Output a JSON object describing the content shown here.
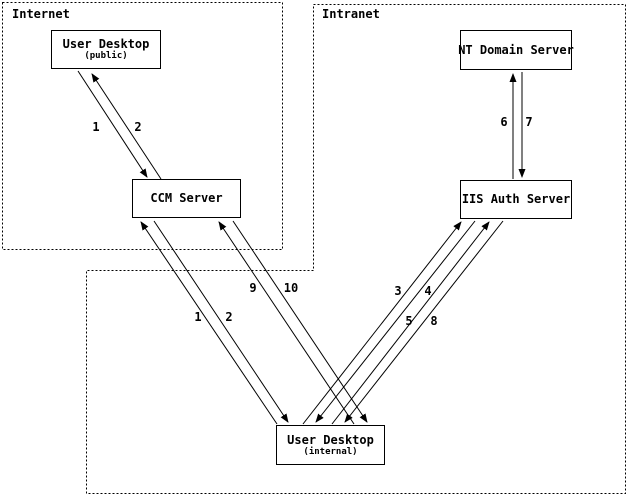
{
  "regions": {
    "internet": {
      "label": "Internet",
      "contains": [
        "User Desktop (public)",
        "CCM Server"
      ]
    },
    "intranet": {
      "label": "Intranet",
      "contains": [
        "NT Domain Server",
        "IIS Auth Server",
        "User Desktop (internal)"
      ]
    }
  },
  "nodes": {
    "public_desktop": {
      "title": "User Desktop",
      "subtitle": "(public)"
    },
    "ccm": {
      "title": "CCM Server"
    },
    "nt": {
      "title": "NT Domain Server"
    },
    "iis": {
      "title": "IIS Auth Server"
    },
    "internal_desktop": {
      "title": "User Desktop",
      "subtitle": "(internal)"
    }
  },
  "edges": [
    {
      "label": "1",
      "from": "User Desktop (public)",
      "to": "CCM Server"
    },
    {
      "label": "2",
      "from": "CCM Server",
      "to": "User Desktop (public)"
    },
    {
      "label": "1",
      "from": "User Desktop (internal)",
      "to": "CCM Server"
    },
    {
      "label": "2",
      "from": "CCM Server",
      "to": "User Desktop (internal)"
    },
    {
      "label": "9",
      "from": "User Desktop (internal)",
      "to": "CCM Server"
    },
    {
      "label": "10",
      "from": "CCM Server",
      "to": "User Desktop (internal)"
    },
    {
      "label": "3",
      "from": "User Desktop (internal)",
      "to": "IIS Auth Server"
    },
    {
      "label": "4",
      "from": "IIS Auth Server",
      "to": "User Desktop (internal)"
    },
    {
      "label": "5",
      "from": "User Desktop (internal)",
      "to": "IIS Auth Server"
    },
    {
      "label": "8",
      "from": "IIS Auth Server",
      "to": "User Desktop (internal)"
    },
    {
      "label": "6",
      "from": "IIS Auth Server",
      "to": "NT Domain Server"
    },
    {
      "label": "7",
      "from": "NT Domain Server",
      "to": "IIS Auth Server"
    }
  ],
  "colors": {
    "line": "#000000",
    "background": "#ffffff"
  }
}
